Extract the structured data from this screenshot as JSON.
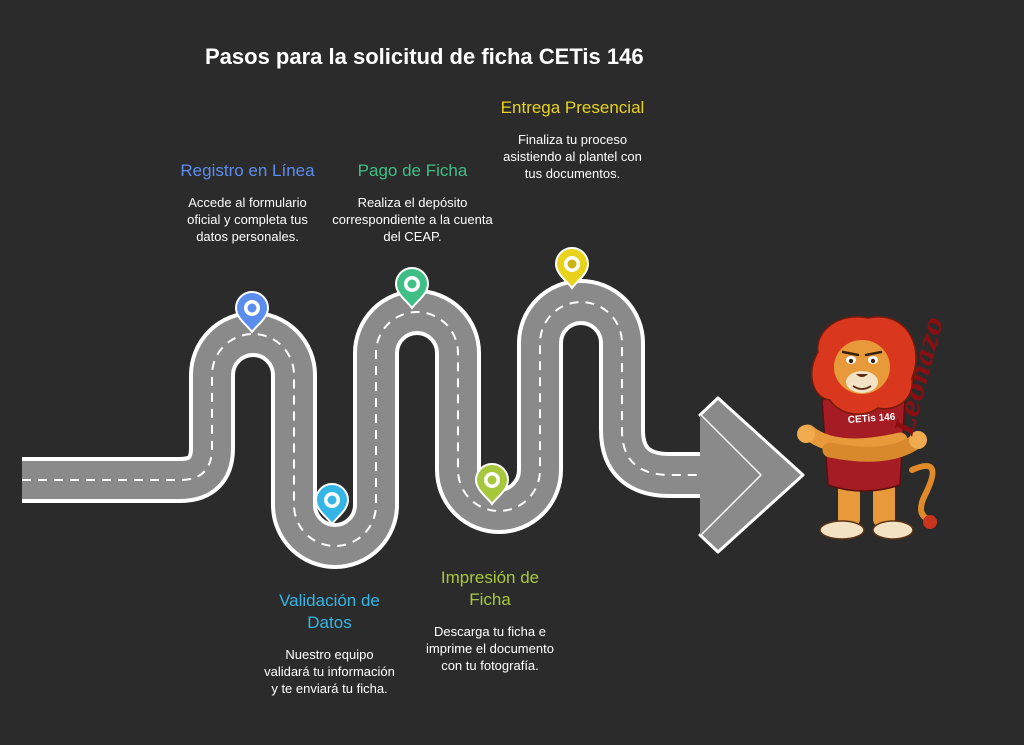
{
  "title": "Pasos para la solicitud de ficha CETis 146",
  "steps": [
    {
      "title": "Registro en Línea",
      "description": "Accede al formulario oficial y completa tus datos personales.",
      "color": "#5b8dee"
    },
    {
      "title": "Validación de Datos",
      "description": "Nuestro equipo validará tu información y te enviará tu ficha.",
      "color": "#33b6e6"
    },
    {
      "title": "Pago de Ficha",
      "description": "Realiza el depósito correspondiente a la cuenta del CEAP.",
      "color": "#3fbf86"
    },
    {
      "title": "Impresión de Ficha",
      "description": "Descarga tu ficha e imprime el documento con tu fotografía.",
      "color": "#a7c83c"
    },
    {
      "title": "Entrega Presencial",
      "description": "Finaliza tu proceso asistiendo al plantel con tus documentos.",
      "color": "#e8d21c"
    }
  ],
  "mascot": {
    "name": "Leonazo",
    "shirt_text": "CETis 146",
    "shirt_color": "#a51c24",
    "mane_color": "#d9381e"
  },
  "icons": [
    "map-pin-icon",
    "arrow-head-icon",
    "lion-mascot-icon"
  ]
}
